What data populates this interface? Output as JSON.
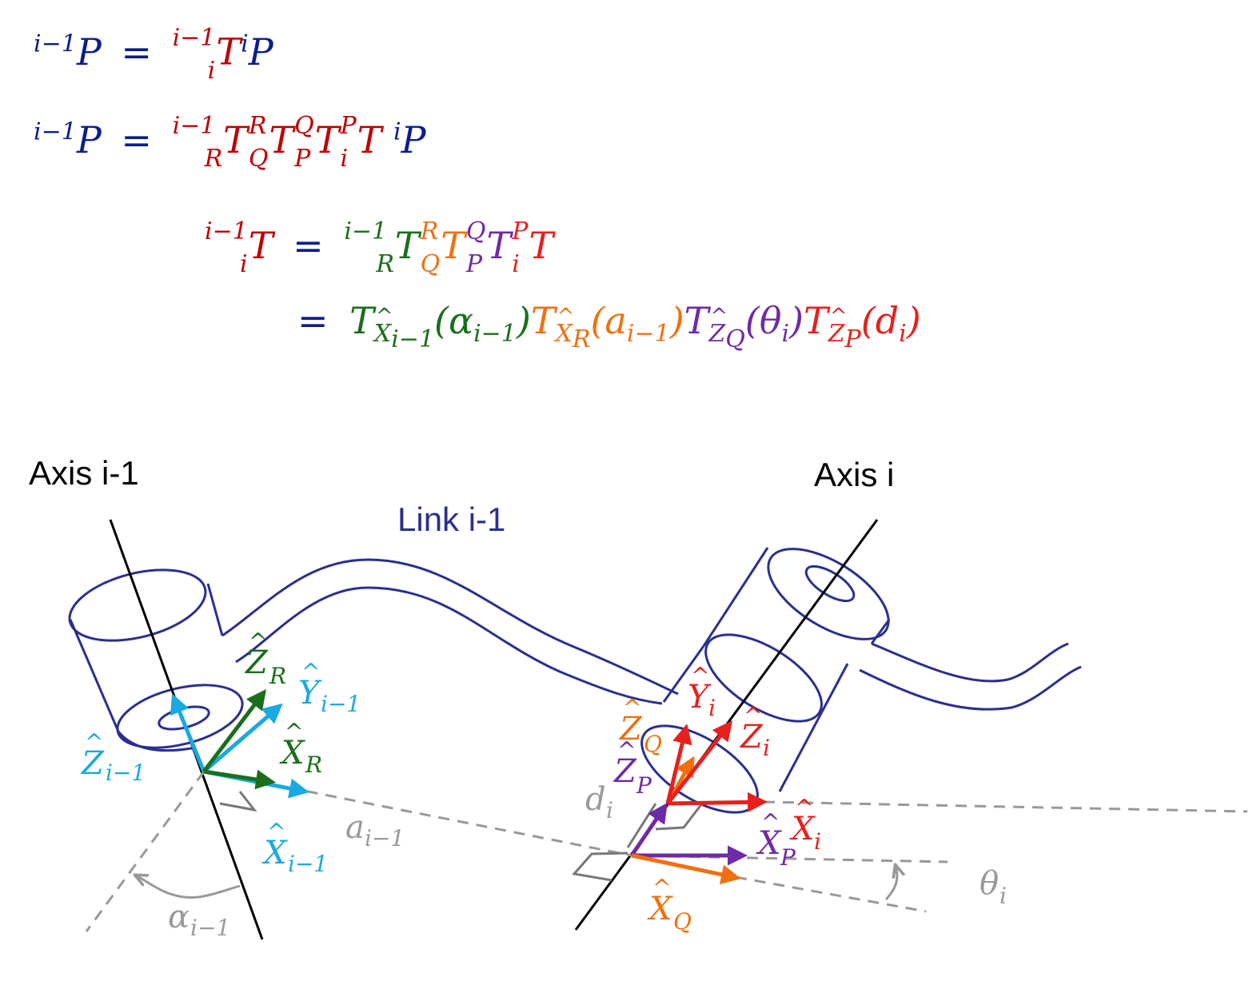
{
  "equations": {
    "eq1": {
      "lhs_sup": "i−1",
      "lhs": "P",
      "equals": "=",
      "t_sup": "i−1",
      "t_sub": "i",
      "t": "T",
      "rhs_sup": "i",
      "rhs": "P"
    },
    "eq2": {
      "lhs_sup": "i−1",
      "lhs": "P",
      "equals": "=",
      "t1_sup": "i−1",
      "t1_sub": "R",
      "t2_sup": "R",
      "t2_sub": "Q",
      "t3_sup": "Q",
      "t3_sub": "P",
      "t4_sup": "P",
      "t4_sub": "i",
      "t": "T",
      "rhs_sup": "i",
      "rhs": "P"
    },
    "eq3": {
      "lhs_sup": "i−1",
      "lhs_sub": "i",
      "t": "T",
      "equals": "=",
      "t1_sup": "i−1",
      "t1_sub": "R",
      "t2_sup": "R",
      "t2_sub": "Q",
      "t3_sup": "Q",
      "t3_sub": "P",
      "t4_sup": "P",
      "t4_sub": "i"
    },
    "eq4": {
      "equals": "=",
      "f1_axis": "X",
      "f1_axis_sub": "i−1",
      "f1_arg": "(α",
      "f1_arg_sub": "i−1",
      "f1_close": ")",
      "f2_axis": "X",
      "f2_axis_sub": "R",
      "f2_arg": "(a",
      "f2_arg_sub": "i−1",
      "f2_close": ")",
      "f3_axis": "Z",
      "f3_axis_sub": "Q",
      "f3_arg": "(θ",
      "f3_arg_sub": "i",
      "f3_close": ")",
      "f4_axis": "Z",
      "f4_axis_sub": "P",
      "f4_arg": "(d",
      "f4_arg_sub": "i",
      "f4_close": ")"
    }
  },
  "labels": {
    "axis_im1": "Axis i-1",
    "axis_i": "Axis i",
    "link": "Link i-1",
    "z_im1": "Z",
    "z_im1_sub": "i−1",
    "y_im1": "Y",
    "y_im1_sub": "i−1",
    "x_im1": "X",
    "x_im1_sub": "i−1",
    "z_r": "Z",
    "z_r_sub": "R",
    "x_r": "X",
    "x_r_sub": "R",
    "a_im1": "a",
    "a_im1_sub": "i−1",
    "alpha_im1": "α",
    "alpha_im1_sub": "i−1",
    "y_i": "Y",
    "y_i_sub": "i",
    "z_i": "Z",
    "z_i_sub": "i",
    "x_i": "X",
    "x_i_sub": "i",
    "z_q": "Z",
    "z_q_sub": "Q",
    "z_p": "Z",
    "z_p_sub": "P",
    "x_p": "X",
    "x_p_sub": "P",
    "x_q": "X",
    "x_q_sub": "Q",
    "d_i": "d",
    "d_i_sub": "i",
    "theta_i": "θ",
    "theta_i_sub": "i"
  },
  "colors": {
    "link": "#2b2f8f",
    "cyan": "#1aa9e0",
    "green": "#1b6e1b",
    "red": "#e8201c",
    "orange": "#f07010",
    "purple": "#6f2aa8",
    "gray": "#999999",
    "black": "#000000"
  }
}
